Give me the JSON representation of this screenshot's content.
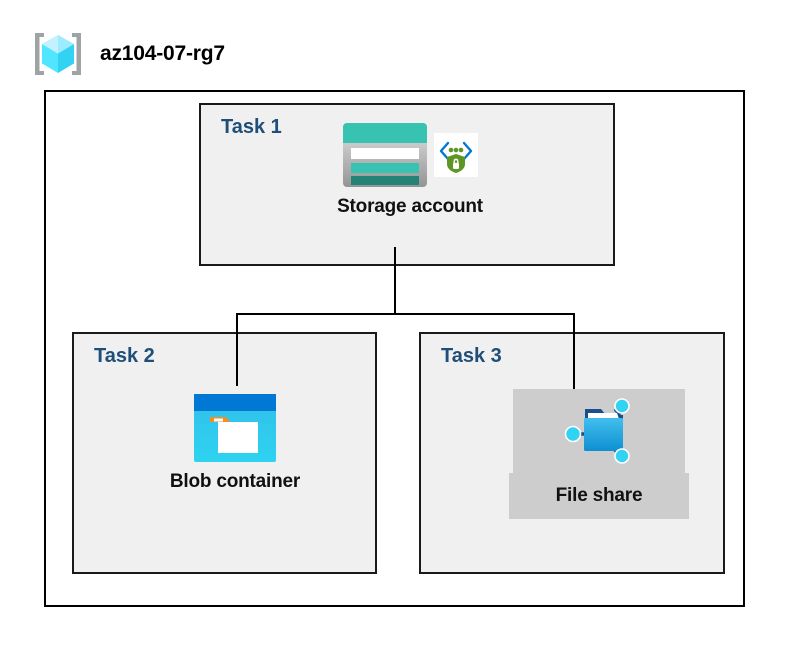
{
  "header": {
    "resource_group_name": "az104-07-rg7",
    "icon": "resource-group-cube-icon"
  },
  "container": {
    "name": "resource-group-boundary"
  },
  "tasks": [
    {
      "label": "Task 1",
      "node": {
        "caption": "Storage account",
        "icons": [
          "storage-account-icon",
          "secure-api-shield-icon"
        ],
        "selected": false
      }
    },
    {
      "label": "Task 2",
      "node": {
        "caption": "Blob container",
        "icons": [
          "blob-container-icon"
        ],
        "selected": false
      }
    },
    {
      "label": "Task 3",
      "node": {
        "caption": "File share",
        "icons": [
          "file-share-icon"
        ],
        "selected": true
      }
    }
  ],
  "colors": {
    "task_label": "#1F4E79",
    "box_fill": "#F0F0F0",
    "box_border": "#1A1A1A",
    "container_border": "#000000",
    "selection_highlight": "#CDCDCD",
    "storage_teal": "#37C2B1",
    "storage_teal_dark": "#258277",
    "blob_blue": "#0078D4",
    "blob_cyan": "#32BEE8",
    "blob_orange": "#F78D1E",
    "fileshare_blue": "#32B0E7",
    "node_cyan": "#32D2F2",
    "shield_green": "#5E9624",
    "bracket_gray": "#A0A3A6",
    "cube_cyan": "#50E6FF"
  },
  "connectors": {
    "trunk": "storage-account-to-children",
    "left_branch": "to-blob-container",
    "right_branch": "to-file-share"
  }
}
